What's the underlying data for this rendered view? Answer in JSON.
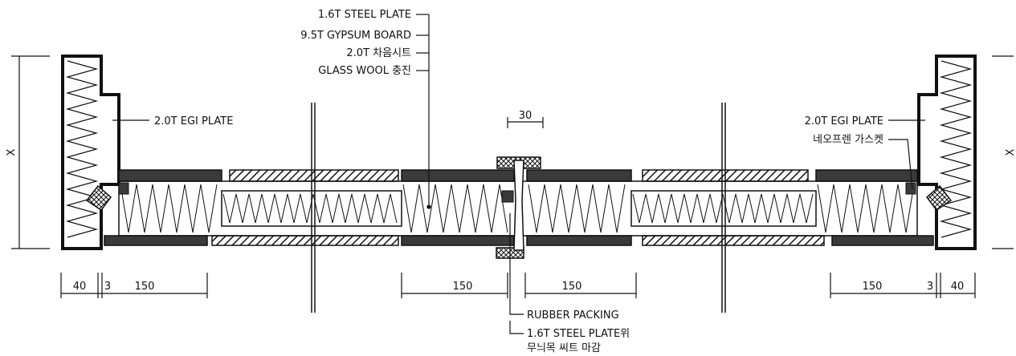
{
  "callouts": {
    "steel_plate": "1.6T STEEL PLATE",
    "gypsum_board": "9.5T GYPSUM BOARD",
    "sound_sheet": "2.0T 차음시트",
    "glass_wool": "GLASS WOOL 충진",
    "egi_plate_left": "2.0T EGI PLATE",
    "egi_plate_right": "2.0T EGI PLATE",
    "neoprene_gasket": "네오프렌 가스켓",
    "rubber_packing": "RUBBER PACKING",
    "steel_plate_finish_line1": "1.6T STEEL PLATE위",
    "steel_plate_finish_line2": "무늬목 씨트 마감"
  },
  "dimensions": {
    "joint_width": "30",
    "left_edge": "40",
    "left_gap": "3",
    "left_panel": "150",
    "center_left": "150",
    "center_right": "150",
    "right_panel": "150",
    "right_gap": "3",
    "right_edge": "40",
    "height_left": "X",
    "height_right": "X"
  },
  "colors": {
    "line": "#111111",
    "plate_fill": "#3a3a3a",
    "hatch": "#111111",
    "background": "#ffffff"
  }
}
